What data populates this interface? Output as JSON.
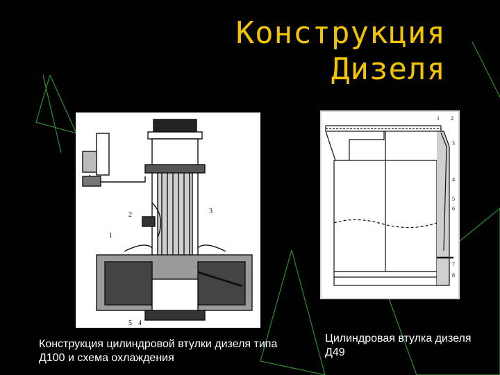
{
  "slide": {
    "title_line1": "Конструкция",
    "title_line2": "Дизеля",
    "accent_color": "#f2c400",
    "decoration_color": "#2f8f2f"
  },
  "figure_left": {
    "caption": "Конструкция цилиндровой втулки дизеля типа Д100 и схема охлаждения",
    "labels": [
      "1",
      "2",
      "3",
      "4",
      "5"
    ]
  },
  "figure_right": {
    "caption": "Цилиндровая втулка дизеля Д49",
    "labels": [
      "1",
      "2",
      "3",
      "4",
      "5",
      "6",
      "7",
      "8"
    ]
  }
}
